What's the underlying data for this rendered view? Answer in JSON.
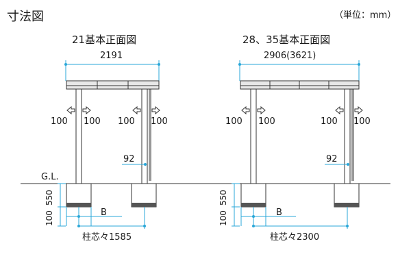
{
  "header": {
    "title": "寸法図",
    "unit": "（単位：mm）"
  },
  "views": [
    {
      "title": "21基本正面図",
      "width": "2191",
      "post_spacing_left_1": "100",
      "post_spacing_left_2": "100",
      "post_spacing_right_1": "100",
      "post_spacing_right_2": "100",
      "gutter": "92",
      "span": "柱芯々1585",
      "b_label": "B"
    },
    {
      "title": "28、35基本正面図",
      "width": "2906(3621)",
      "post_spacing_left_1": "100",
      "post_spacing_left_2": "100",
      "post_spacing_right_1": "100",
      "post_spacing_right_2": "100",
      "gutter": "92",
      "span": "柱芯々2300",
      "b_label": "B"
    }
  ],
  "ground": {
    "gl_label": "G.L.",
    "depth_1": "550",
    "depth_2": "100"
  }
}
